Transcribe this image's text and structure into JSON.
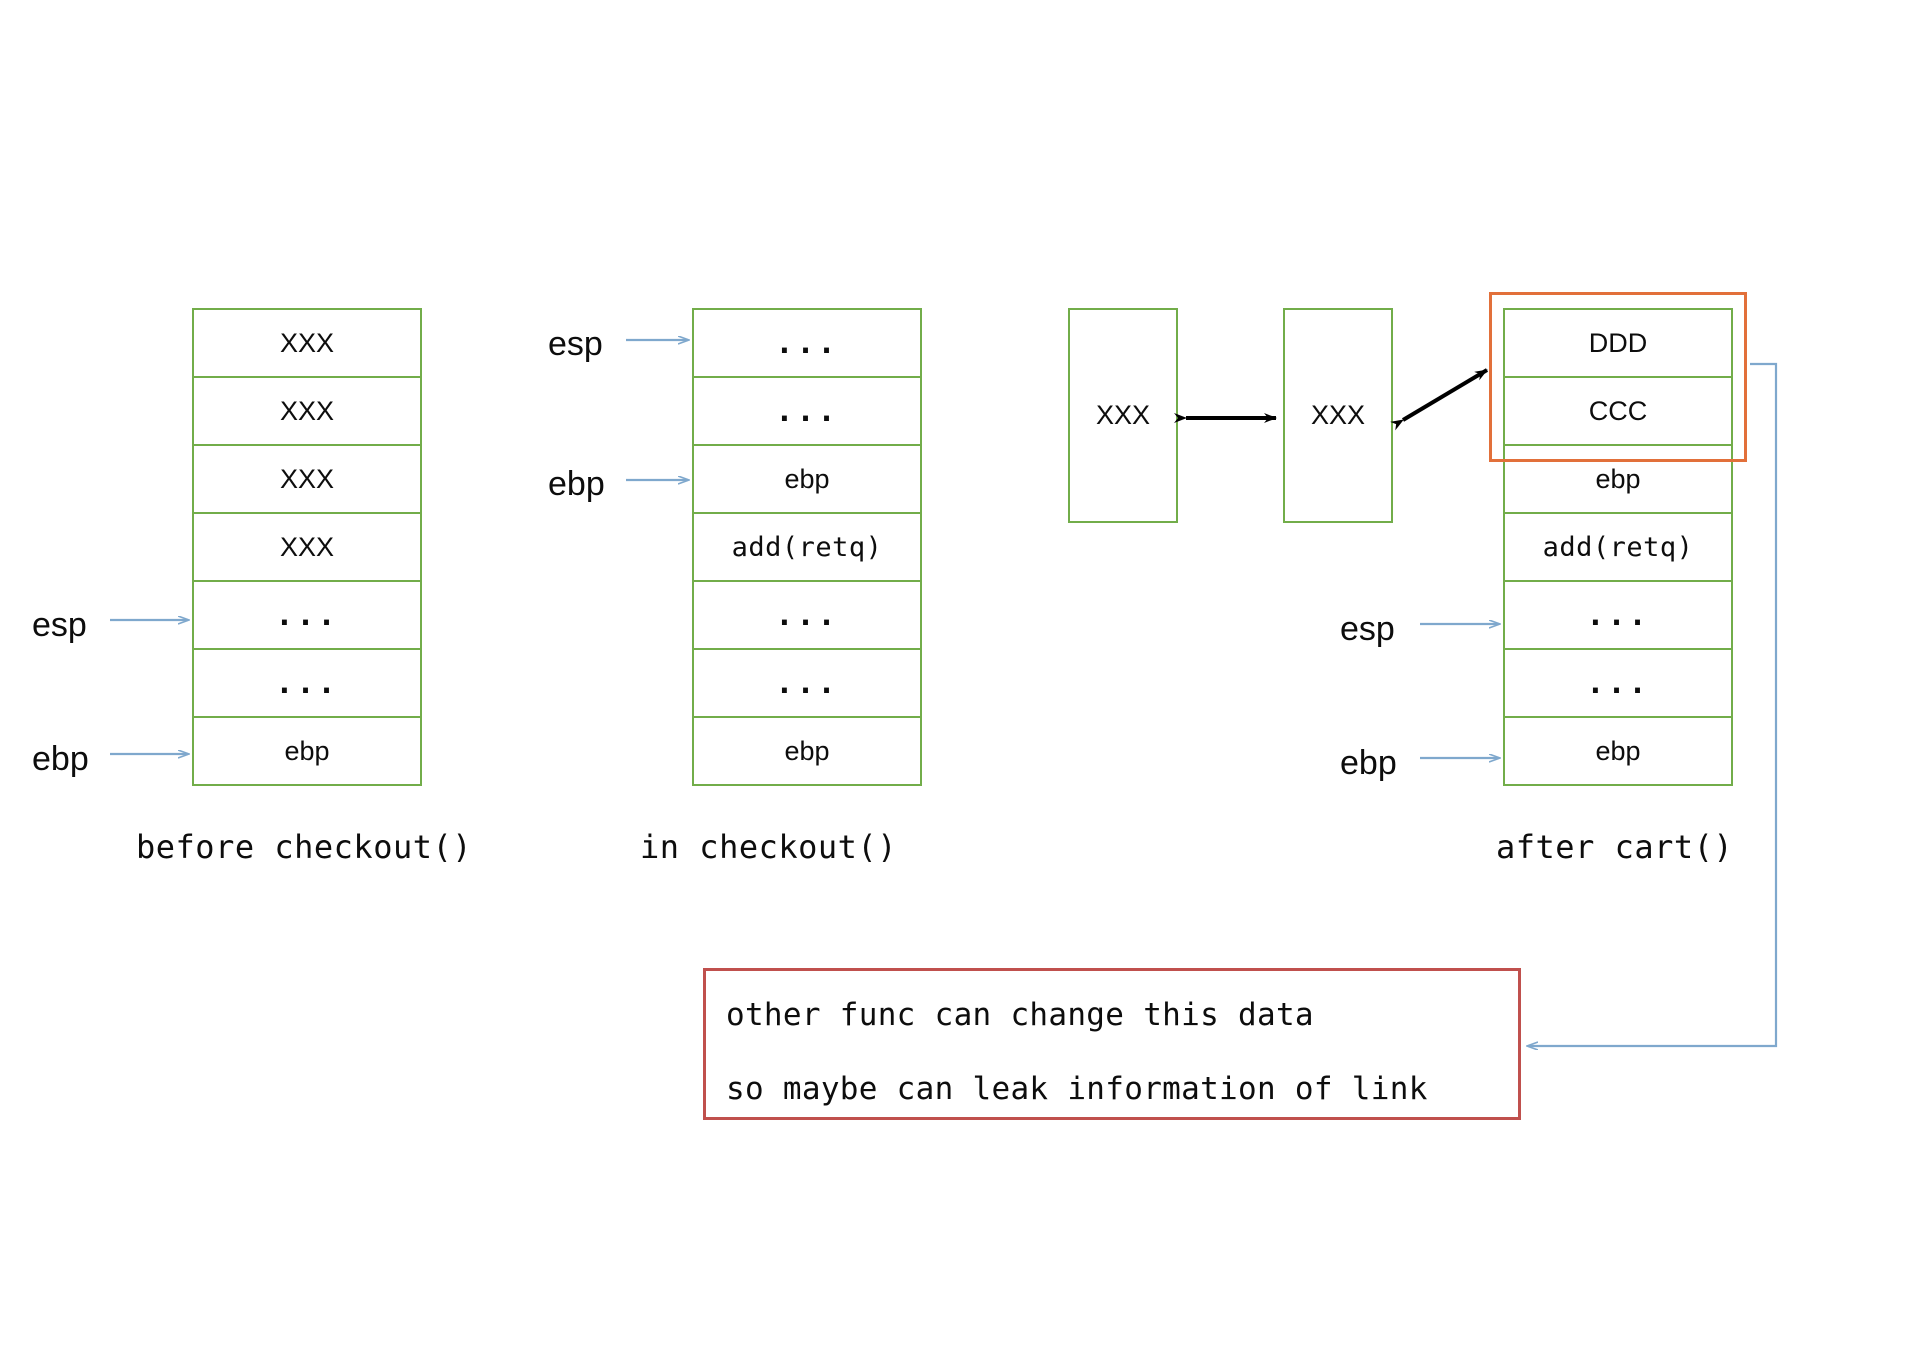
{
  "diagram": {
    "title_visible": false,
    "colors": {
      "cell_border_green": "#72ad4a",
      "highlight_orange": "#e2703a",
      "note_red": "#c0504d",
      "pointer_blue": "#7fa8cd",
      "arrow_black": "#000000",
      "text": "#0d0d0d",
      "background": "#ffffff"
    },
    "stacks": [
      {
        "id": "before-checkout",
        "caption": "before checkout()",
        "cells": [
          {
            "label": "XXX",
            "style": "sans"
          },
          {
            "label": "XXX",
            "style": "sans"
          },
          {
            "label": "XXX",
            "style": "sans"
          },
          {
            "label": "XXX",
            "style": "sans"
          },
          {
            "label": "...",
            "style": "dots"
          },
          {
            "label": "...",
            "style": "dots"
          },
          {
            "label": "ebp",
            "style": "sans"
          }
        ],
        "pointers": [
          {
            "label": "esp",
            "target_row": 4
          },
          {
            "label": "ebp",
            "target_row": 6
          }
        ]
      },
      {
        "id": "in-checkout",
        "caption": "in checkout()",
        "cells": [
          {
            "label": "...",
            "style": "dots"
          },
          {
            "label": "...",
            "style": "dots"
          },
          {
            "label": "ebp",
            "style": "sans"
          },
          {
            "label": "add(retq)",
            "style": "mono"
          },
          {
            "label": "...",
            "style": "dots"
          },
          {
            "label": "...",
            "style": "dots"
          },
          {
            "label": "ebp",
            "style": "sans"
          }
        ],
        "pointers": [
          {
            "label": "esp",
            "target_row": 0
          },
          {
            "label": "ebp",
            "target_row": 2
          }
        ]
      },
      {
        "id": "after-cart",
        "caption": "after cart()",
        "cells": [
          {
            "label": "DDD",
            "style": "sans"
          },
          {
            "label": "CCC",
            "style": "sans"
          },
          {
            "label": "ebp",
            "style": "sans"
          },
          {
            "label": "add(retq)",
            "style": "mono"
          },
          {
            "label": "...",
            "style": "dots"
          },
          {
            "label": "...",
            "style": "dots"
          },
          {
            "label": "ebp",
            "style": "sans"
          }
        ],
        "pointers": [
          {
            "label": "esp",
            "target_row": 4
          },
          {
            "label": "ebp",
            "target_row": 6
          }
        ],
        "highlight_rows": [
          0,
          1
        ]
      }
    ],
    "link_nodes": [
      {
        "id": "link-node-1",
        "label": "XXX"
      },
      {
        "id": "link-node-2",
        "label": "XXX"
      }
    ],
    "note": {
      "line1": "other func can change this data",
      "line2": "so maybe can leak information of link"
    }
  }
}
